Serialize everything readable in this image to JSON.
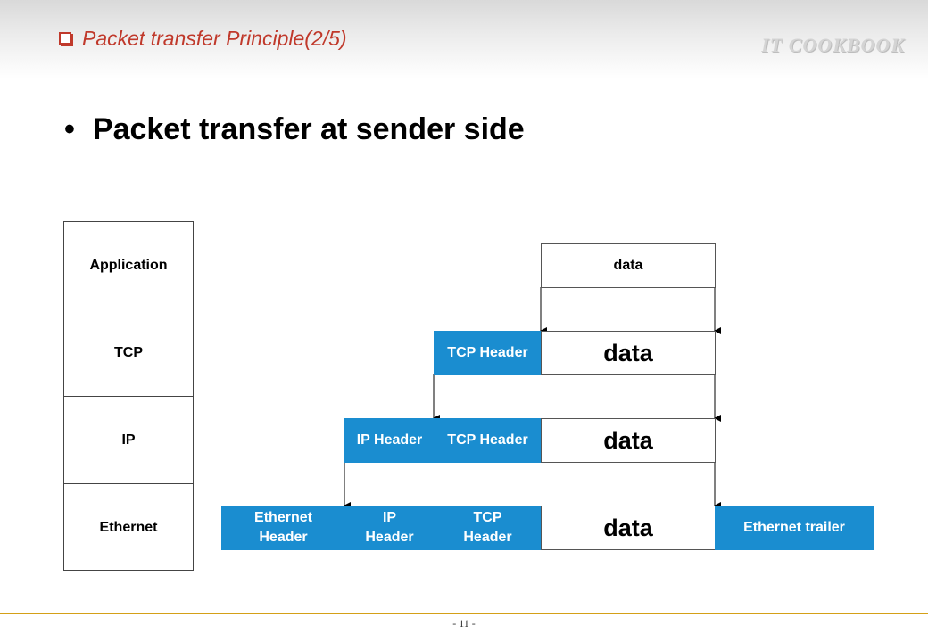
{
  "header": {
    "title": "Packet transfer Principle(2/5)",
    "brand": "IT COOKBOOK"
  },
  "bullet": {
    "symbol": "•",
    "text": "Packet transfer at sender side"
  },
  "layers": [
    "Application",
    "TCP",
    "IP",
    "Ethernet"
  ],
  "diagram": {
    "row1": {
      "data": "data"
    },
    "row2": {
      "tcp_header": "TCP Header",
      "data": "data"
    },
    "row3": {
      "ip_header": "IP Header",
      "tcp_header": "TCP Header",
      "data": "data"
    },
    "row4": {
      "eth_header_l1": "Ethernet",
      "eth_header_l2": "Header",
      "ip_header_l1": "IP",
      "ip_header_l2": "Header",
      "tcp_header_l1": "TCP",
      "tcp_header_l2": "Header",
      "data": "data",
      "eth_trailer": "Ethernet trailer"
    }
  },
  "footer": {
    "page": "- 11 -"
  },
  "colors": {
    "accent": "#c0392b",
    "header_blue": "#1a8dd0",
    "footer_line": "#d4a017"
  }
}
